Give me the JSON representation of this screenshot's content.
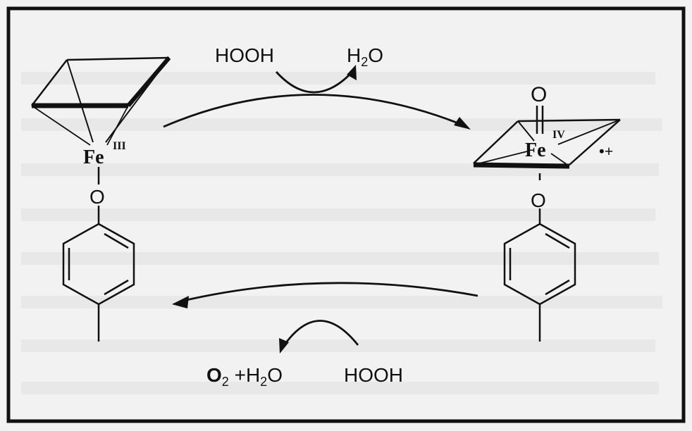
{
  "reaction": {
    "top_reactant": "HOOH",
    "top_product_h": "H",
    "top_product_sub": "2",
    "top_product_o": "O",
    "bottom_product_o2": "O",
    "bottom_product_o2_sub": "2",
    "bottom_product_plus": " +",
    "bottom_product_h": "H",
    "bottom_product_h_sub": "2",
    "bottom_product_o": "O",
    "bottom_reactant": "HOOH"
  },
  "left_complex": {
    "metal": "Fe",
    "oxidation_state": "III",
    "ligand_atom": "O"
  },
  "right_complex": {
    "oxo_atom": "O",
    "metal": "Fe",
    "oxidation_state": "IV",
    "radical_cation": "•+",
    "ligand_atom": "O"
  },
  "colors": {
    "ink": "#111111",
    "paper": "#f2f2f2",
    "bleed_text": "#d4d4d4"
  }
}
